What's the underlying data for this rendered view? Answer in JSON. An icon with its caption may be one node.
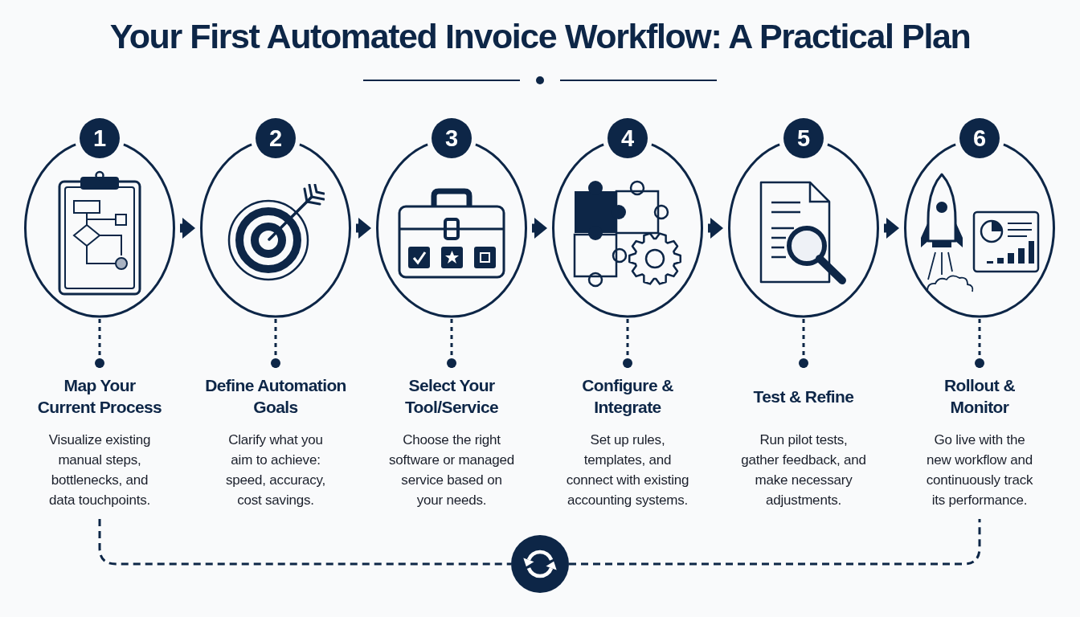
{
  "diagram": {
    "title": "Your First Automated Invoice Workflow: A Practical Plan",
    "nodes": [
      {
        "text": [
          "1"
        ]
      },
      {
        "text": [
          "2"
        ]
      },
      {
        "text": [
          "3"
        ]
      },
      {
        "text": [
          "4"
        ]
      },
      {
        "text": [
          "5"
        ]
      },
      {
        "text": [
          "6"
        ]
      },
      {
        "text": [
          "Map Your Current Process",
          "Visualize existing manual steps, bottlenecks, and data touchpoints."
        ]
      },
      {
        "text": [
          "Define Automation Goals",
          "Clarify what you aim to achieve: speed, accuracy, cost savings."
        ]
      },
      {
        "text": [
          "Select Your Tool/Service",
          "Choose the right software or managed service based on your needs."
        ]
      },
      {
        "text": [
          "Configure & Integrate",
          "Set up rules, templates, and connect with existing accounting systems."
        ]
      },
      {
        "text": [
          "Test & Refine",
          "Run pilot tests, gather feedback, and make necessary adjustments."
        ]
      },
      {
        "text": [
          "Rollout & Monitor",
          "Go live with the new workflow and continuously track its performance."
        ]
      },
      {
        "text": [],
        "shape": "circle"
      }
    ],
    "edges": [
      {
        "from": 0,
        "to": 1,
        "arrow": "to"
      },
      {
        "from": 1,
        "to": 2,
        "arrow": "to"
      },
      {
        "from": 2,
        "to": 3,
        "arrow": "to"
      },
      {
        "from": 3,
        "to": 4,
        "arrow": "to"
      },
      {
        "from": 4,
        "to": 5,
        "arrow": "to"
      },
      {
        "from": 0,
        "to": 6,
        "arrow": "other",
        "style": "dashed"
      },
      {
        "from": 1,
        "to": 7,
        "arrow": "other",
        "style": "dashed"
      },
      {
        "from": 2,
        "to": 8,
        "arrow": "other",
        "style": "dashed"
      },
      {
        "from": 3,
        "to": 9,
        "arrow": "other",
        "style": "dashed"
      },
      {
        "from": 4,
        "to": 10,
        "arrow": "other",
        "style": "dashed"
      },
      {
        "from": 5,
        "to": 11,
        "arrow": "other",
        "style": "dashed"
      },
      {
        "from": 6,
        "to": 12,
        "arrow": "none",
        "style": "dashed"
      },
      {
        "from": 12,
        "to": 11,
        "arrow": "none",
        "style": "dashed"
      }
    ]
  }
}
